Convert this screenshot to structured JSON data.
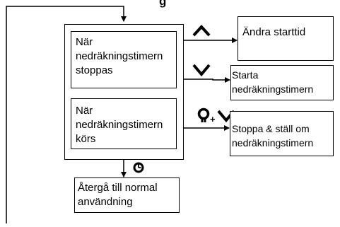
{
  "title_fragment": "g",
  "menu_states": {
    "stopped_label": "När\nnedräkningstimern\nstoppas",
    "running_label": "När\nnedräkningstimern\nkörs"
  },
  "actions": {
    "change_start": "Ändra starttid",
    "start_timer": "Starta\nnedräkningstimern",
    "stop_reset": "Stoppa & ställ om\nnedräkningstimern",
    "return_normal": "Återgå till normal\nanvändning"
  },
  "icons": {
    "up_button": "chevron-up-icon",
    "down_button": "chevron-down-icon",
    "light_plus_down": "light-bulb-plus-down-icon",
    "mode_button": "mode-dial-icon",
    "plus_sign": "+"
  }
}
